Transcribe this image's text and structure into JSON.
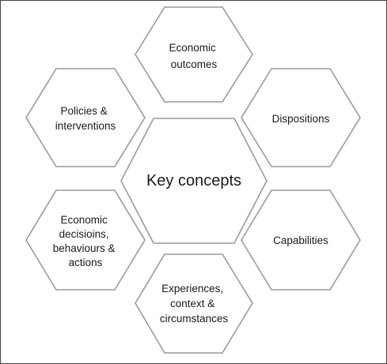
{
  "diagram": {
    "center": {
      "lines": [
        "Key concepts"
      ]
    },
    "items": [
      {
        "id": "economic-outcomes",
        "lines": [
          "Economic",
          "outcomes"
        ]
      },
      {
        "id": "policies-interventions",
        "lines": [
          "Policies &",
          "interventions"
        ]
      },
      {
        "id": "dispositions",
        "lines": [
          "Dispositions"
        ]
      },
      {
        "id": "economic-decisions",
        "lines": [
          "Economic",
          "decisioins,",
          "behaviours &",
          "actions"
        ]
      },
      {
        "id": "capabilities",
        "lines": [
          "Capabilities"
        ]
      },
      {
        "id": "experiences",
        "lines": [
          "Experiences,",
          "context &",
          "circumstances"
        ]
      }
    ],
    "colors": {
      "hex_stroke": "#9a9a9a",
      "frame_border": "#444444",
      "text": "#1a1a1a"
    }
  }
}
